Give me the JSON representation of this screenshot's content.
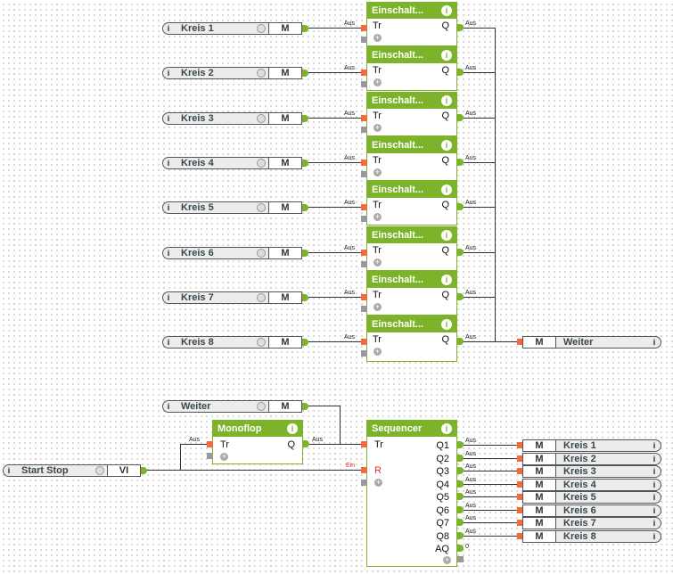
{
  "wire_label": "Aus",
  "inverted_label": "Ein",
  "aq_value": "0",
  "timers": {
    "title": "Einschalt...",
    "in_pin": "Tr",
    "out_pin": "Q"
  },
  "inputs": [
    {
      "label": "Kreis 1",
      "tag": "M"
    },
    {
      "label": "Kreis 2",
      "tag": "M"
    },
    {
      "label": "Kreis 3",
      "tag": "M"
    },
    {
      "label": "Kreis 4",
      "tag": "M"
    },
    {
      "label": "Kreis 5",
      "tag": "M"
    },
    {
      "label": "Kreis 6",
      "tag": "M"
    },
    {
      "label": "Kreis 7",
      "tag": "M"
    },
    {
      "label": "Kreis 8",
      "tag": "M"
    }
  ],
  "weiter_out": {
    "label": "Weiter",
    "tag": "M"
  },
  "weiter_in": {
    "label": "Weiter",
    "tag": "M"
  },
  "start_stop": {
    "label": "Start  Stop",
    "tag": "VI"
  },
  "monoflop": {
    "title": "Monoflop",
    "in_pin": "Tr",
    "out_pin": "Q"
  },
  "sequencer": {
    "title": "Sequencer",
    "in_pins": [
      "Tr",
      "R"
    ],
    "out_pins": [
      "Q1",
      "Q2",
      "Q3",
      "Q4",
      "Q5",
      "Q6",
      "Q7",
      "Q8",
      "AQ"
    ]
  },
  "outputs": [
    {
      "label": "Kreis 1",
      "tag": "M"
    },
    {
      "label": "Kreis 2",
      "tag": "M"
    },
    {
      "label": "Kreis 3",
      "tag": "M"
    },
    {
      "label": "Kreis 4",
      "tag": "M"
    },
    {
      "label": "Kreis 5",
      "tag": "M"
    },
    {
      "label": "Kreis 6",
      "tag": "M"
    },
    {
      "label": "Kreis 7",
      "tag": "M"
    },
    {
      "label": "Kreis 8",
      "tag": "M"
    }
  ]
}
